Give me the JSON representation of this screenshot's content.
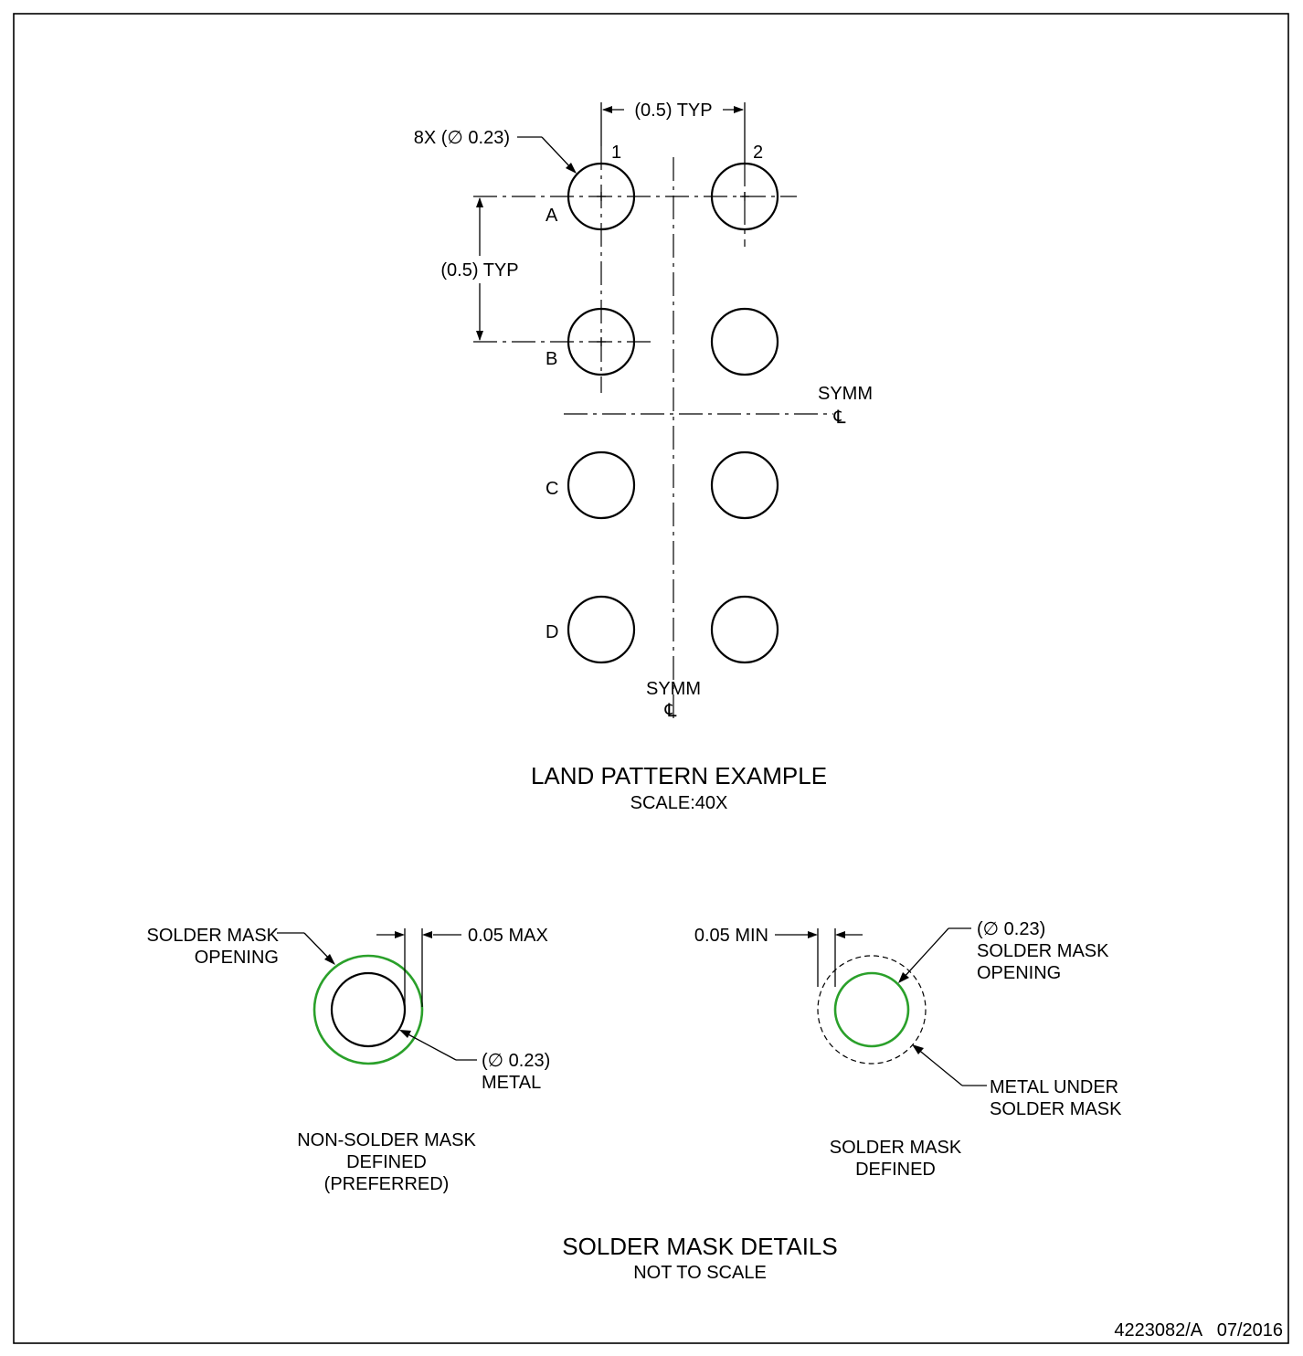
{
  "land_pattern": {
    "title": "LAND PATTERN EXAMPLE",
    "scale": "SCALE:40X",
    "pad_callout": "8X (∅ 0.23)",
    "pitch_horizontal": "(0.5) TYP",
    "pitch_vertical": "(0.5) TYP",
    "columns": [
      "1",
      "2"
    ],
    "rows": [
      "A",
      "B",
      "C",
      "D"
    ],
    "symm_horizontal": "SYMM",
    "symm_vertical": "SYMM",
    "centerline_symbol": "℄"
  },
  "solder_mask_details": {
    "title": "SOLDER MASK DETAILS",
    "scale": "NOT TO SCALE",
    "nsmd": {
      "mask_opening_line1": "SOLDER MASK",
      "mask_opening_line2": "OPENING",
      "clearance": "0.05 MAX",
      "metal_line1": "(∅ 0.23)",
      "metal_line2": "METAL",
      "caption_line1": "NON-SOLDER MASK",
      "caption_line2": "DEFINED",
      "caption_line3": "(PREFERRED)"
    },
    "smd": {
      "clearance": "0.05 MIN",
      "opening_line1": "(∅ 0.23)",
      "opening_line2": "SOLDER MASK",
      "opening_line3": "OPENING",
      "metal_line1": "METAL UNDER",
      "metal_line2": "SOLDER MASK",
      "caption_line1": "SOLDER MASK",
      "caption_line2": "DEFINED"
    }
  },
  "footer": {
    "drawing_number": "4223082/A   07/2016"
  },
  "colors": {
    "solder_mask_opening": "#2aa02a",
    "line": "#000000"
  }
}
